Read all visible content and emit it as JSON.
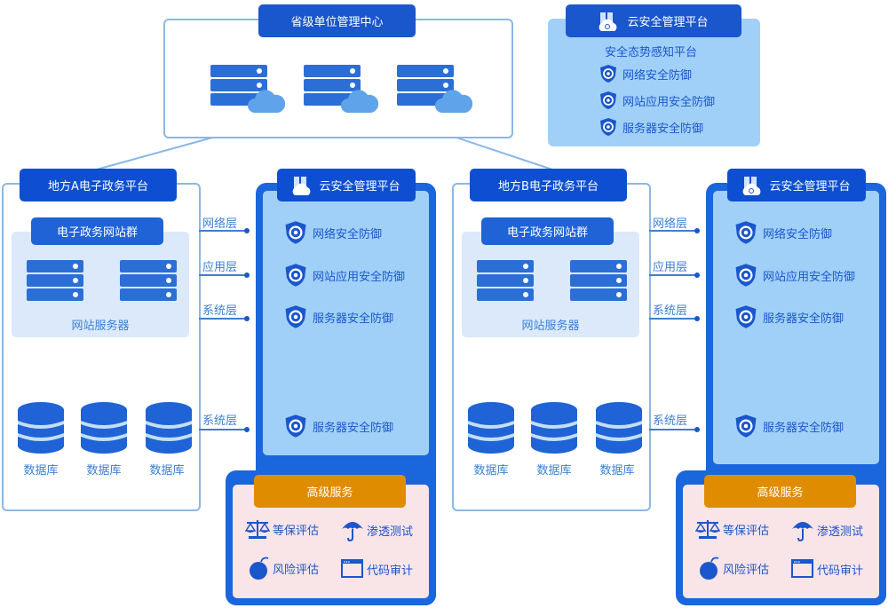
{
  "province": {
    "title": "省级单位管理中心",
    "servers": [
      "cloud-server",
      "cloud-server",
      "cloud-server"
    ]
  },
  "cloud_top": {
    "title": "云安全管理平台",
    "subtitle": "安全态势感知平台",
    "items": [
      "网络安全防御",
      "网站应用安全防御",
      "服务器安全防御"
    ]
  },
  "region_a": {
    "title": "地方A电子政务平台",
    "site_group": "电子政务网站群",
    "server_label": "网站服务器",
    "databases": [
      "数据库",
      "数据库",
      "数据库"
    ]
  },
  "region_b": {
    "title": "地方B电子政务平台",
    "site_group": "电子政务网站群",
    "server_label": "网站服务器",
    "databases": [
      "数据库",
      "数据库",
      "数据库"
    ]
  },
  "layers": [
    "网络层",
    "应用层",
    "系统层",
    "系统层"
  ],
  "cloud_a": {
    "title": "云安全管理平台",
    "items": [
      "网络安全防御",
      "网站应用安全防御",
      "服务器安全防御",
      "服务器安全防御"
    ]
  },
  "cloud_b": {
    "title": "云安全管理平台",
    "items": [
      "网络安全防御",
      "网站应用安全防御",
      "服务器安全防御",
      "服务器安全防御"
    ]
  },
  "advanced": {
    "title": "高级服务",
    "items": [
      "等保评估",
      "渗透测试",
      "风险评估",
      "代码审计"
    ]
  },
  "colors": {
    "primary": "#1a56cc",
    "panel_blue": "#a0d0f8",
    "outline": "#8ab8e6",
    "orange": "#e08c00",
    "pink": "#f9e4e8"
  }
}
